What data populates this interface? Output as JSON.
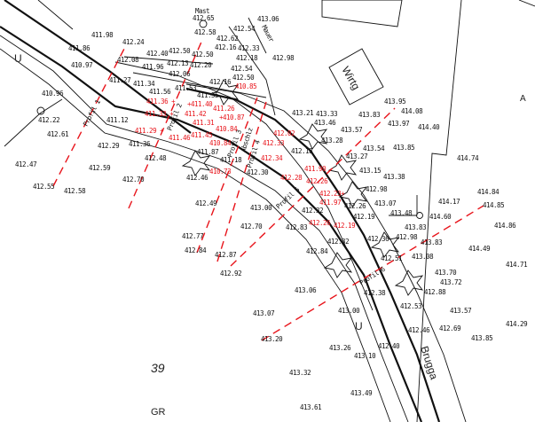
{
  "colors": {
    "ink": "#111111",
    "profile_red": "#e8141b",
    "background": "#ffffff"
  },
  "place_labels": {
    "mast": "Mast",
    "wirtg": "Wirtg",
    "mauer": "Mauer",
    "brugga": "Brugga",
    "parcel": "39",
    "gr": "GR",
    "u1": "U",
    "u2": "U",
    "a": "A"
  },
  "profiles": [
    "Profil 1",
    "Profil 2",
    "Profil 3",
    "Profil 4",
    "Profil 5",
    "Profil 6",
    "Abschlz"
  ],
  "black_heights": [
    "412.65",
    "411.98",
    "412.24",
    "412.58",
    "412.62",
    "412.54",
    "413.06",
    "411.86",
    "412.40",
    "412.50",
    "412.50",
    "412.16",
    "412.33",
    "412.18",
    "410.97",
    "412.08",
    "411.96",
    "412.13",
    "412.20",
    "412.06",
    "412.54",
    "412.50",
    "411.27",
    "411.34",
    "411.56",
    "411.53",
    "411.55",
    "412.16",
    "410.96",
    "412.22",
    "412.61",
    "411.12",
    "412.29",
    "411.36",
    "412.48",
    "411.87",
    "411.18",
    "412.46",
    "412.47",
    "412.59",
    "412.55",
    "412.58",
    "412.70",
    "412.49",
    "412.30",
    "413.00",
    "412.98",
    "413.21",
    "413.33",
    "413.46",
    "413.57",
    "413.83",
    "413.95",
    "414.08",
    "413.97",
    "414.40",
    "413.54",
    "413.85",
    "414.74",
    "413.28",
    "412.18",
    "413.27",
    "413.15",
    "413.38",
    "412.98",
    "413.07",
    "413.48",
    "414.17",
    "414.84",
    "414.85",
    "412.26",
    "412.32",
    "412.70",
    "412.77",
    "412.84",
    "412.87",
    "412.92",
    "412.19",
    "413.83",
    "414.60",
    "414.86",
    "412.83",
    "412.32",
    "412.36",
    "412.98",
    "413.83",
    "412.84",
    "412.51",
    "413.08",
    "414.49",
    "414.71",
    "413.70",
    "413.72",
    "413.06",
    "412.38",
    "412.88",
    "412.53",
    "413.00",
    "413.07",
    "413.57",
    "414.29",
    "412.46",
    "412.69",
    "413.85",
    "413.20",
    "413.26",
    "412.40",
    "413.10",
    "413.32",
    "413.49",
    "413.61"
  ],
  "red_heights": [
    "410.85",
    "411.36 +",
    "+411.40",
    "411.26",
    "+410.87",
    "411.33 +",
    "411.42",
    "411.29 +",
    "411.31",
    "410.84",
    "411.46",
    "411.45",
    "410.84",
    "410.73",
    "412.33",
    "412.34",
    "412.02",
    "411.90",
    "412.28",
    "412.26",
    "412.23+",
    "411.97",
    "412.26",
    "412.19"
  ]
}
